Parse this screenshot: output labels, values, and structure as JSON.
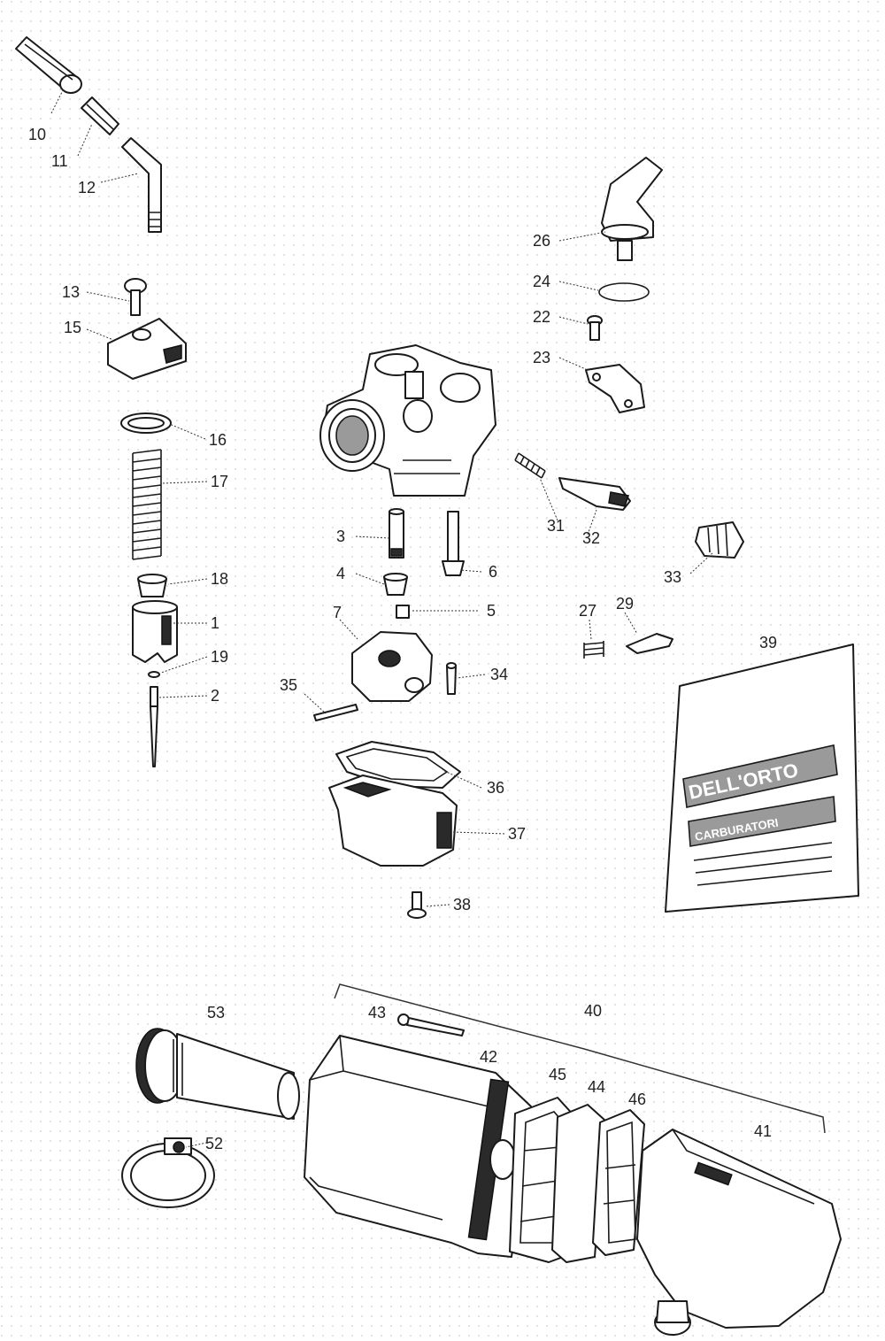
{
  "callouts": {
    "c1": "1",
    "c2": "2",
    "c3": "3",
    "c4": "4",
    "c5": "5",
    "c6": "6",
    "c7": "7",
    "c10": "10",
    "c11": "11",
    "c12": "12",
    "c13": "13",
    "c15": "15",
    "c16": "16",
    "c17": "17",
    "c18": "18",
    "c19": "19",
    "c22": "22",
    "c23": "23",
    "c24": "24",
    "c26": "26",
    "c27": "27",
    "c29": "29",
    "c31": "31",
    "c32": "32",
    "c33": "33",
    "c34": "34",
    "c35": "35",
    "c36": "36",
    "c37": "37",
    "c38": "38",
    "c39": "39",
    "c40": "40",
    "c41": "41",
    "c42": "42",
    "c43": "43",
    "c44": "44",
    "c45": "45",
    "c46": "46",
    "c52": "52",
    "c53": "53"
  },
  "bag_label": {
    "brand": "DELL'ORTO",
    "subtitle": "CARBURATORI"
  },
  "colors": {
    "line": "#1a1a1a",
    "background": "#ffffff",
    "dots": "#d0d0d0"
  }
}
